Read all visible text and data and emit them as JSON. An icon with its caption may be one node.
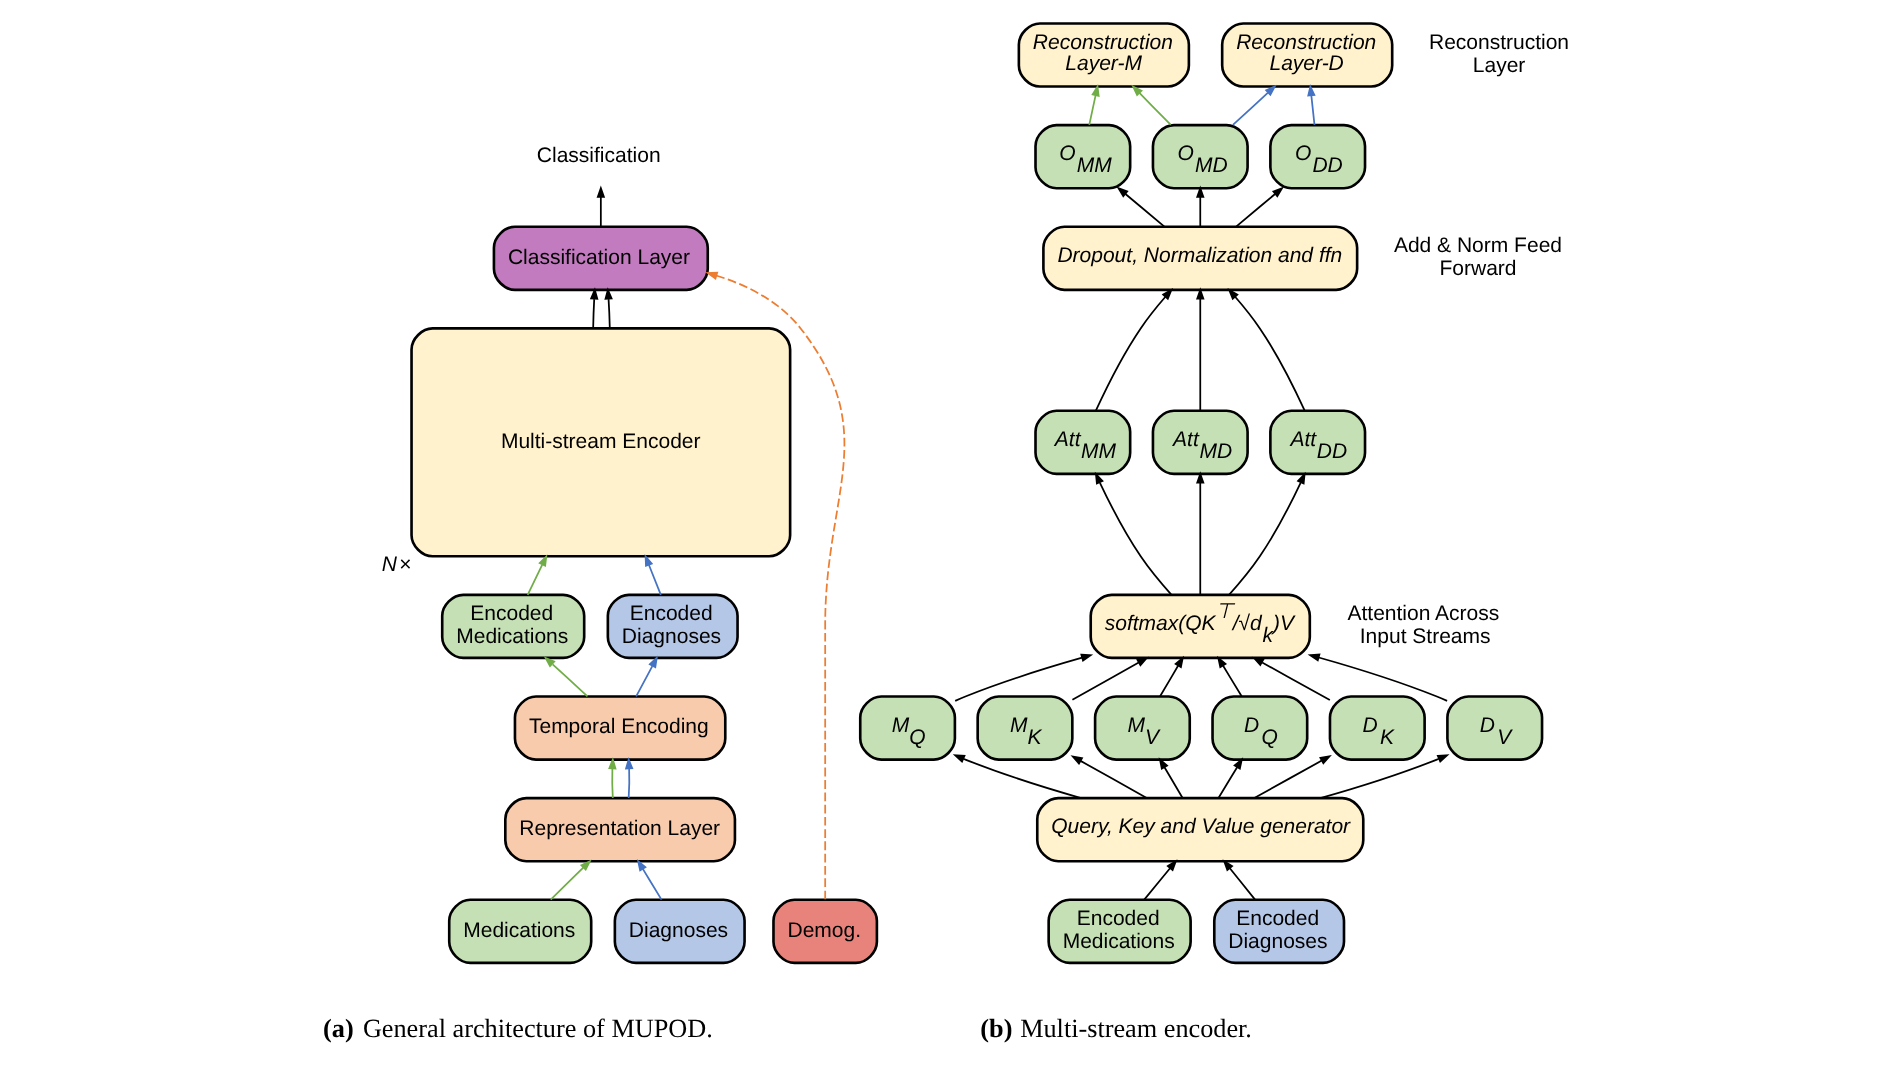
{
  "diagram": {
    "nodes": [
      {
        "text": [
          "Classification"
        ]
      },
      {
        "text": [
          "Classification Layer"
        ]
      },
      {
        "text": [
          "Multi-stream Encoder"
        ],
        "beside": [
          "*N*×"
        ]
      },
      {
        "text": [
          "Encoded Medications"
        ]
      },
      {
        "text": [
          "Encoded Diagnoses"
        ]
      },
      {
        "text": [
          "Temporal Encoding"
        ]
      },
      {
        "text": [
          "Representation Layer"
        ]
      },
      {
        "text": [
          "Medications"
        ]
      },
      {
        "text": [
          "Diagnoses"
        ]
      },
      {
        "text": [
          "Demog."
        ]
      },
      {
        "text": [
          "Reconstruction Layer-M"
        ]
      },
      {
        "text": [
          "Reconstruction Layer-D"
        ]
      },
      {
        "text": [
          "O$_{MM}$"
        ]
      },
      {
        "text": [
          "O$_{MD}$"
        ]
      },
      {
        "text": [
          "O$_{DD}$"
        ]
      },
      {
        "text": [
          "Dropout, Normalization and ffn"
        ]
      },
      {
        "text": [
          "Att$_{MM}$"
        ]
      },
      {
        "text": [
          "Att$_{MD}$"
        ]
      },
      {
        "text": [
          "Att$_{DD}$"
        ]
      },
      {
        "text": [
          "softmax(QK$^{⊤}$/√d$_{k}$)V"
        ]
      },
      {
        "text": [
          "M$_{Q}$"
        ]
      },
      {
        "text": [
          "M$_{K}$"
        ]
      },
      {
        "text": [
          "M$_{V}$"
        ]
      },
      {
        "text": [
          "D$_{Q}$"
        ]
      },
      {
        "text": [
          "D$_{K}$"
        ]
      },
      {
        "text": [
          "D$_{V}$"
        ]
      },
      {
        "text": [
          "Query, Key and Value generator"
        ]
      },
      {
        "text": [
          "Encoded Medications"
        ]
      },
      {
        "text": [
          "Encoded Diagnoses"
        ]
      }
    ],
    "edges": [
      {
        "from": 1,
        "to": 0,
        "arrow": "to"
      },
      {
        "from": 2,
        "to": 1,
        "arrow": "to"
      },
      {
        "from": 2,
        "to": 1,
        "arrow": "to"
      },
      {
        "from": 3,
        "to": 2,
        "arrow": "to",
        "color": "#70ad47"
      },
      {
        "from": 4,
        "to": 2,
        "arrow": "to",
        "color": "#4472c4"
      },
      {
        "from": 5,
        "to": 3,
        "arrow": "to",
        "color": "#70ad47"
      },
      {
        "from": 5,
        "to": 4,
        "arrow": "to",
        "color": "#4472c4"
      },
      {
        "from": 6,
        "to": 5,
        "arrow": "to",
        "color": "#70ad47"
      },
      {
        "from": 6,
        "to": 5,
        "arrow": "to",
        "color": "#4472c4"
      },
      {
        "from": 7,
        "to": 6,
        "arrow": "to",
        "color": "#70ad47"
      },
      {
        "from": 8,
        "to": 6,
        "arrow": "to",
        "color": "#4472c4"
      },
      {
        "from": 9,
        "to": 1,
        "arrow": "to",
        "style": "dashed",
        "color": "#ed7d31"
      },
      {
        "from": 12,
        "to": 10,
        "arrow": "to",
        "color": "#70ad47"
      },
      {
        "from": 13,
        "to": 10,
        "arrow": "to",
        "color": "#70ad47"
      },
      {
        "from": 13,
        "to": 11,
        "arrow": "to",
        "color": "#4472c4"
      },
      {
        "from": 14,
        "to": 11,
        "arrow": "to",
        "color": "#4472c4"
      },
      {
        "from": 15,
        "to": 12,
        "arrow": "to"
      },
      {
        "from": 15,
        "to": 13,
        "arrow": "to"
      },
      {
        "from": 15,
        "to": 14,
        "arrow": "to"
      },
      {
        "from": 16,
        "to": 15,
        "arrow": "to"
      },
      {
        "from": 17,
        "to": 15,
        "arrow": "to"
      },
      {
        "from": 18,
        "to": 15,
        "arrow": "to"
      },
      {
        "from": 19,
        "to": 16,
        "arrow": "to"
      },
      {
        "from": 19,
        "to": 17,
        "arrow": "to"
      },
      {
        "from": 19,
        "to": 18,
        "arrow": "to"
      },
      {
        "from": 20,
        "to": 19,
        "arrow": "to"
      },
      {
        "from": 21,
        "to": 19,
        "arrow": "to"
      },
      {
        "from": 22,
        "to": 19,
        "arrow": "to"
      },
      {
        "from": 23,
        "to": 19,
        "arrow": "to"
      },
      {
        "from": 24,
        "to": 19,
        "arrow": "to"
      },
      {
        "from": 25,
        "to": 19,
        "arrow": "to"
      },
      {
        "from": 26,
        "to": 20,
        "arrow": "to"
      },
      {
        "from": 26,
        "to": 21,
        "arrow": "to"
      },
      {
        "from": 26,
        "to": 22,
        "arrow": "to"
      },
      {
        "from": 26,
        "to": 23,
        "arrow": "to"
      },
      {
        "from": 26,
        "to": 24,
        "arrow": "to"
      },
      {
        "from": 26,
        "to": 25,
        "arrow": "to"
      },
      {
        "from": 27,
        "to": 26,
        "arrow": "to"
      },
      {
        "from": 28,
        "to": 26,
        "arrow": "to"
      }
    ],
    "labels": [
      "Reconstruction Layer",
      "Add & Norm Feed Forward",
      "Attention Across Input Streams",
      "**(a)** General architecture of MUPOD.",
      "**(b)** Multi-stream encoder."
    ]
  }
}
